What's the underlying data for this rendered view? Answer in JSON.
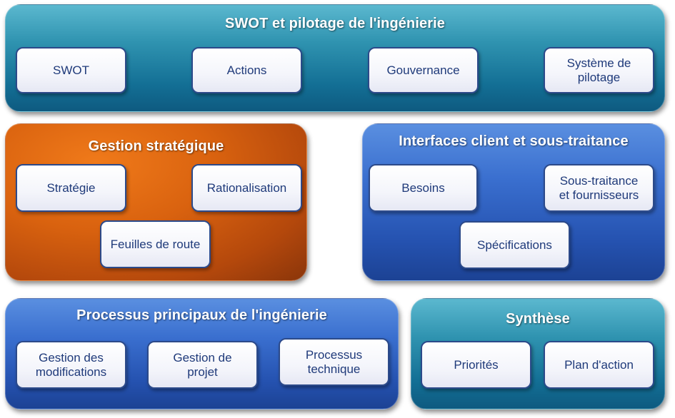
{
  "groups": {
    "swot": {
      "title": "SWOT et pilotage de l'ingénierie",
      "items": [
        "SWOT",
        "Actions",
        "Gouvernance",
        "Système de\npilotage"
      ]
    },
    "strategic": {
      "title": "Gestion stratégique",
      "items": [
        "Stratégie",
        "Rationalisation",
        "Feuilles de route"
      ]
    },
    "interfaces": {
      "title": "Interfaces client et sous-traitance",
      "items": [
        "Besoins",
        "Sous-traitance\net fournisseurs",
        "Spécifications"
      ]
    },
    "processes": {
      "title": "Processus principaux de l'ingénierie",
      "items": [
        "Gestion des\nmodifications",
        "Gestion de\nprojet",
        "Processus\ntechnique"
      ]
    },
    "synthesis": {
      "title": "Synthèse",
      "items": [
        "Priorités",
        "Plan d'action"
      ]
    }
  },
  "colors": {
    "teal_group": "#136f95",
    "blue_group": "#2552b0",
    "orange_group": "#d9620f",
    "box_border": "#2c4a8a",
    "box_text": "#1f3a7a"
  }
}
